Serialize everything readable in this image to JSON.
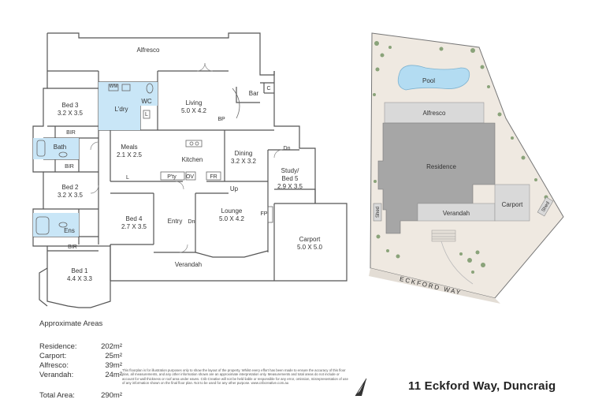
{
  "floor_plan": {
    "rooms": {
      "alfresco": {
        "name": "Alfresco"
      },
      "bed3": {
        "name": "Bed 3",
        "dims": "3.2 X 3.5"
      },
      "ldry": {
        "name": "L'dry"
      },
      "wm": {
        "name": "WM"
      },
      "wc": {
        "name": "WC"
      },
      "l_ldry": {
        "name": "L"
      },
      "living": {
        "name": "Living",
        "dims": "5.0 X 4.2"
      },
      "bar": {
        "name": "Bar"
      },
      "c": {
        "name": "C"
      },
      "bir_top": {
        "name": "BIR"
      },
      "bath": {
        "name": "Bath"
      },
      "bir_mid": {
        "name": "BIR"
      },
      "meals": {
        "name": "Meals",
        "dims": "2.1 X 2.5"
      },
      "kitchen": {
        "name": "Kitchen"
      },
      "bp": {
        "name": "BP"
      },
      "dining": {
        "name": "Dining",
        "dims": "3.2 X 3.2"
      },
      "dn_dining": {
        "name": "Dn"
      },
      "study": {
        "name": "Study/",
        "name2": "Bed 5",
        "dims": "2.9 X 3.5"
      },
      "l_kitchen": {
        "name": "L"
      },
      "pty": {
        "name": "P'ty"
      },
      "ov": {
        "name": "OV"
      },
      "fr": {
        "name": "FR"
      },
      "up": {
        "name": "Up"
      },
      "bed2": {
        "name": "Bed 2",
        "dims": "3.2 X 3.5"
      },
      "bed4": {
        "name": "Bed 4",
        "dims": "2.7 X 3.5"
      },
      "entry": {
        "name": "Entry"
      },
      "dn_entry": {
        "name": "Dn"
      },
      "lounge": {
        "name": "Lounge",
        "dims": "5.0 X 4.2"
      },
      "fp": {
        "name": "FP"
      },
      "ens": {
        "name": "Ens"
      },
      "carport": {
        "name": "Carport",
        "dims": "5.0 X 5.0"
      },
      "bir_bottom": {
        "name": "BIR"
      },
      "verandah": {
        "name": "Verandah"
      },
      "bed1": {
        "name": "Bed 1",
        "dims": "4.4 X 3.3"
      }
    }
  },
  "site_plan": {
    "pool": "Pool",
    "alfresco": "Alfresco",
    "residence": "Residence",
    "carport": "Carport",
    "verandah": "Verandah",
    "shed_left": "Shed",
    "shed_right": "Shed",
    "street": "ECKFORD WAY"
  },
  "areas": {
    "title": "Approximate Areas",
    "rows": [
      {
        "label": "Residence:",
        "value": "202m²"
      },
      {
        "label": "Carport:",
        "value": "25m²"
      },
      {
        "label": "Alfresco:",
        "value": "39m²"
      },
      {
        "label": "Verandah:",
        "value": "24m²"
      }
    ],
    "total_label": "Total Area:",
    "total_value": "290m²"
  },
  "disclaimer": "This floorplan is for illustration purposes only to show the layout of the property. Whilst every effort has been made to ensure the accuracy of this floor plan, all measurements, and any other information shown are an approximate interpretation only. Measurements and total areas do not include or account for wall thickness or roof area under eaves. Crib Creative will not be held liable or responsible for any error, omission, misrepresentation of use of any information shown on the final floor plan. Not to be used for any other purpose. www.cribcreative.com.au",
  "address": "11 Eckford Way, Duncraig",
  "colors": {
    "wall": "#555555",
    "wet_area": "#c9e6f7",
    "site_building": "#a6a6a6",
    "site_outdoor": "#d9d9d9",
    "site_lot": "#efe9e1",
    "pool": "#b3dcf2",
    "garden": "#8aa37a"
  }
}
